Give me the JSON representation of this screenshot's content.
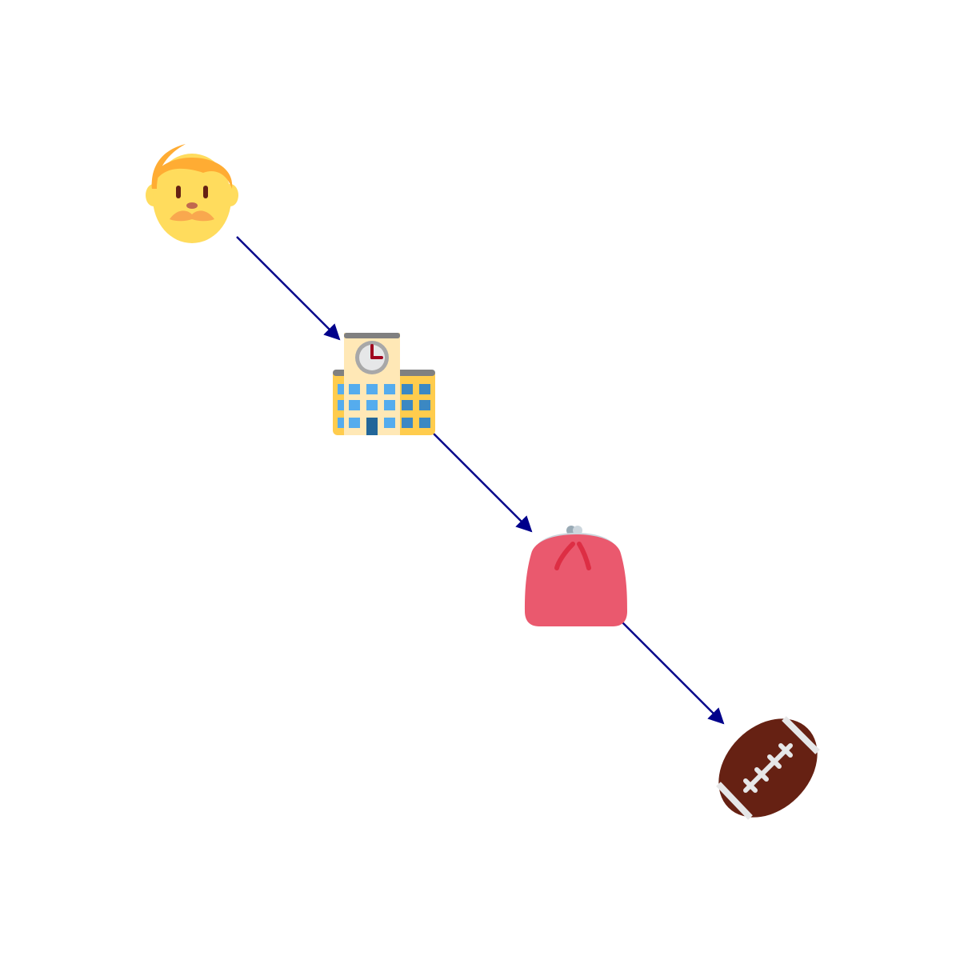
{
  "diagram": {
    "edge_color": "#00008B",
    "nodes": [
      {
        "id": "man",
        "icon": "man-with-beard-icon"
      },
      {
        "id": "school",
        "icon": "school-building-icon"
      },
      {
        "id": "purse",
        "icon": "purse-icon"
      },
      {
        "id": "football",
        "icon": "american-football-icon"
      }
    ],
    "edges": [
      {
        "from": "man",
        "to": "school"
      },
      {
        "from": "school",
        "to": "purse"
      },
      {
        "from": "purse",
        "to": "football"
      }
    ]
  }
}
